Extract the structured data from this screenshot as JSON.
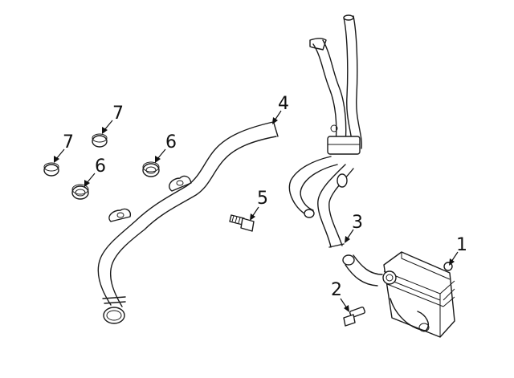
{
  "diagram": {
    "callouts": [
      {
        "id": "c1",
        "label": "1",
        "part": "oil cooler"
      },
      {
        "id": "c2",
        "label": "2",
        "part": "bolt"
      },
      {
        "id": "c3",
        "label": "3",
        "part": "cooler hose"
      },
      {
        "id": "c4",
        "label": "4",
        "part": "cooler pipe"
      },
      {
        "id": "c5",
        "label": "5",
        "part": "bolt"
      },
      {
        "id": "c6a",
        "label": "6",
        "part": "grommet"
      },
      {
        "id": "c6b",
        "label": "6",
        "part": "grommet"
      },
      {
        "id": "c7a",
        "label": "7",
        "part": "grommet"
      },
      {
        "id": "c7b",
        "label": "7",
        "part": "grommet"
      }
    ]
  }
}
